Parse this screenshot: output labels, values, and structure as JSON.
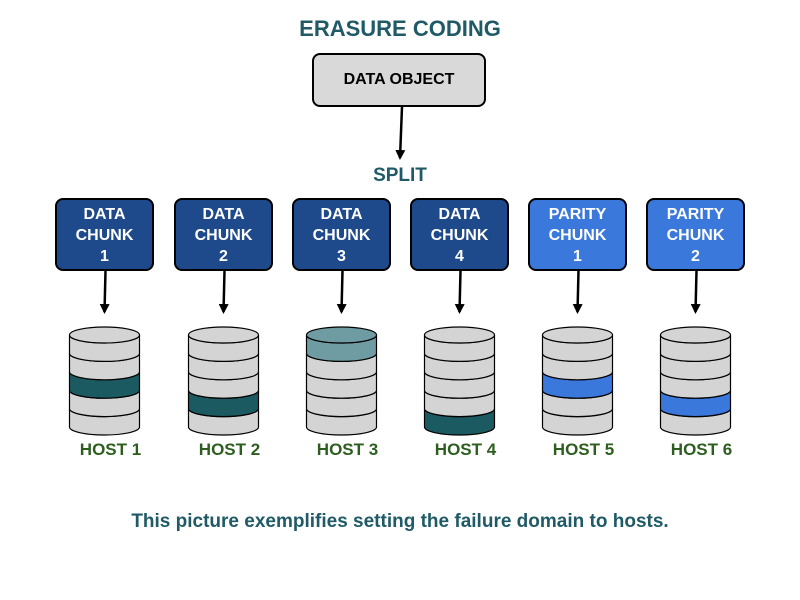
{
  "title": "ERASURE CODING",
  "source": {
    "label": "DATA OBJECT"
  },
  "split_label": "SPLIT",
  "chunks": [
    {
      "line1": "DATA",
      "line2": "CHUNK",
      "line3": "1",
      "color": "#1e4a8c"
    },
    {
      "line1": "DATA",
      "line2": "CHUNK",
      "line3": "2",
      "color": "#1e4a8c"
    },
    {
      "line1": "DATA",
      "line2": "CHUNK",
      "line3": "3",
      "color": "#1e4a8c"
    },
    {
      "line1": "DATA",
      "line2": "CHUNK",
      "line3": "4",
      "color": "#1e4a8c"
    },
    {
      "line1": "PARITY",
      "line2": "CHUNK",
      "line3": "1",
      "color": "#3b78dc"
    },
    {
      "line1": "PARITY",
      "line2": "CHUNK",
      "line3": "2",
      "color": "#3b78dc"
    }
  ],
  "hosts": [
    {
      "label": "HOST 1",
      "highlight_layer": 2,
      "highlight_color": "#1c5a62"
    },
    {
      "label": "HOST 2",
      "highlight_layer": 3,
      "highlight_color": "#1c5a62"
    },
    {
      "label": "HOST 3",
      "highlight_layer": 0,
      "highlight_color": "#6f9ca2"
    },
    {
      "label": "HOST 4",
      "highlight_layer": 4,
      "highlight_color": "#1c5a62"
    },
    {
      "label": "HOST 5",
      "highlight_layer": 2,
      "highlight_color": "#3b78dc"
    },
    {
      "label": "HOST 6",
      "highlight_layer": 3,
      "highlight_color": "#3b78dc"
    }
  ],
  "caption": "This picture exemplifies setting the failure domain to hosts.",
  "colors": {
    "disk_gray": "#d4d4d4",
    "outline": "#000000"
  }
}
